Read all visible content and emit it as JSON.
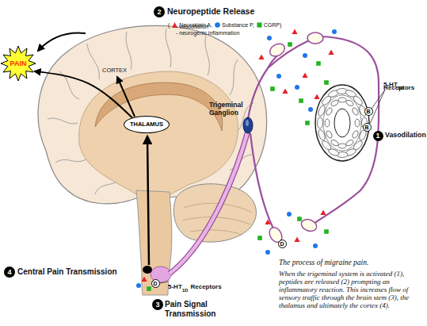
{
  "diagram": {
    "caption": "The process of migraine pain.",
    "nodes": [
      {
        "text": [
          "2"
        ]
      },
      {
        "text": [
          "PAIN"
        ]
      },
      {
        "text": [
          "B"
        ]
      },
      {
        "text": [
          "1"
        ]
      },
      {
        "text": [
          "THALAMUS"
        ]
      },
      {
        "text": [
          "B"
        ]
      },
      {
        "text": [
          "D"
        ]
      },
      {
        "text": [
          "4"
        ]
      },
      {
        "text": [
          "D"
        ]
      },
      {
        "text": [
          "3"
        ]
      }
    ],
    "edges": [
      {
        "from": 4,
        "to": 1,
        "arrow": "to"
      }
    ],
    "labels": [
      "Neuropeptide Release",
      "(",
      "- vasodilation",
      "- neurogenic inflammation",
      "CORTEX",
      "5-HT",
      "1B",
      "Receptors",
      "Vasodilation",
      "Trigeminal Ganglion",
      "5-HT",
      "1D",
      "Receptors",
      "Central Pain Transmission",
      "Pain Signal Transmission",
      "When the trigeminal system is activated (1), peptides are released (2) prompting an inflammatory reaction. This increases flow of sensory traffic through the brain stem (3), the thalamus and ultimately the cortex (4)."
    ],
    "legend": [
      {
        "text": "Neurokinin A,",
        "color": "#e8202a"
      },
      {
        "text": "Substance P,",
        "color": "#1e78e6"
      },
      {
        "text": "CGRP)",
        "color": "#22b422"
      }
    ]
  }
}
